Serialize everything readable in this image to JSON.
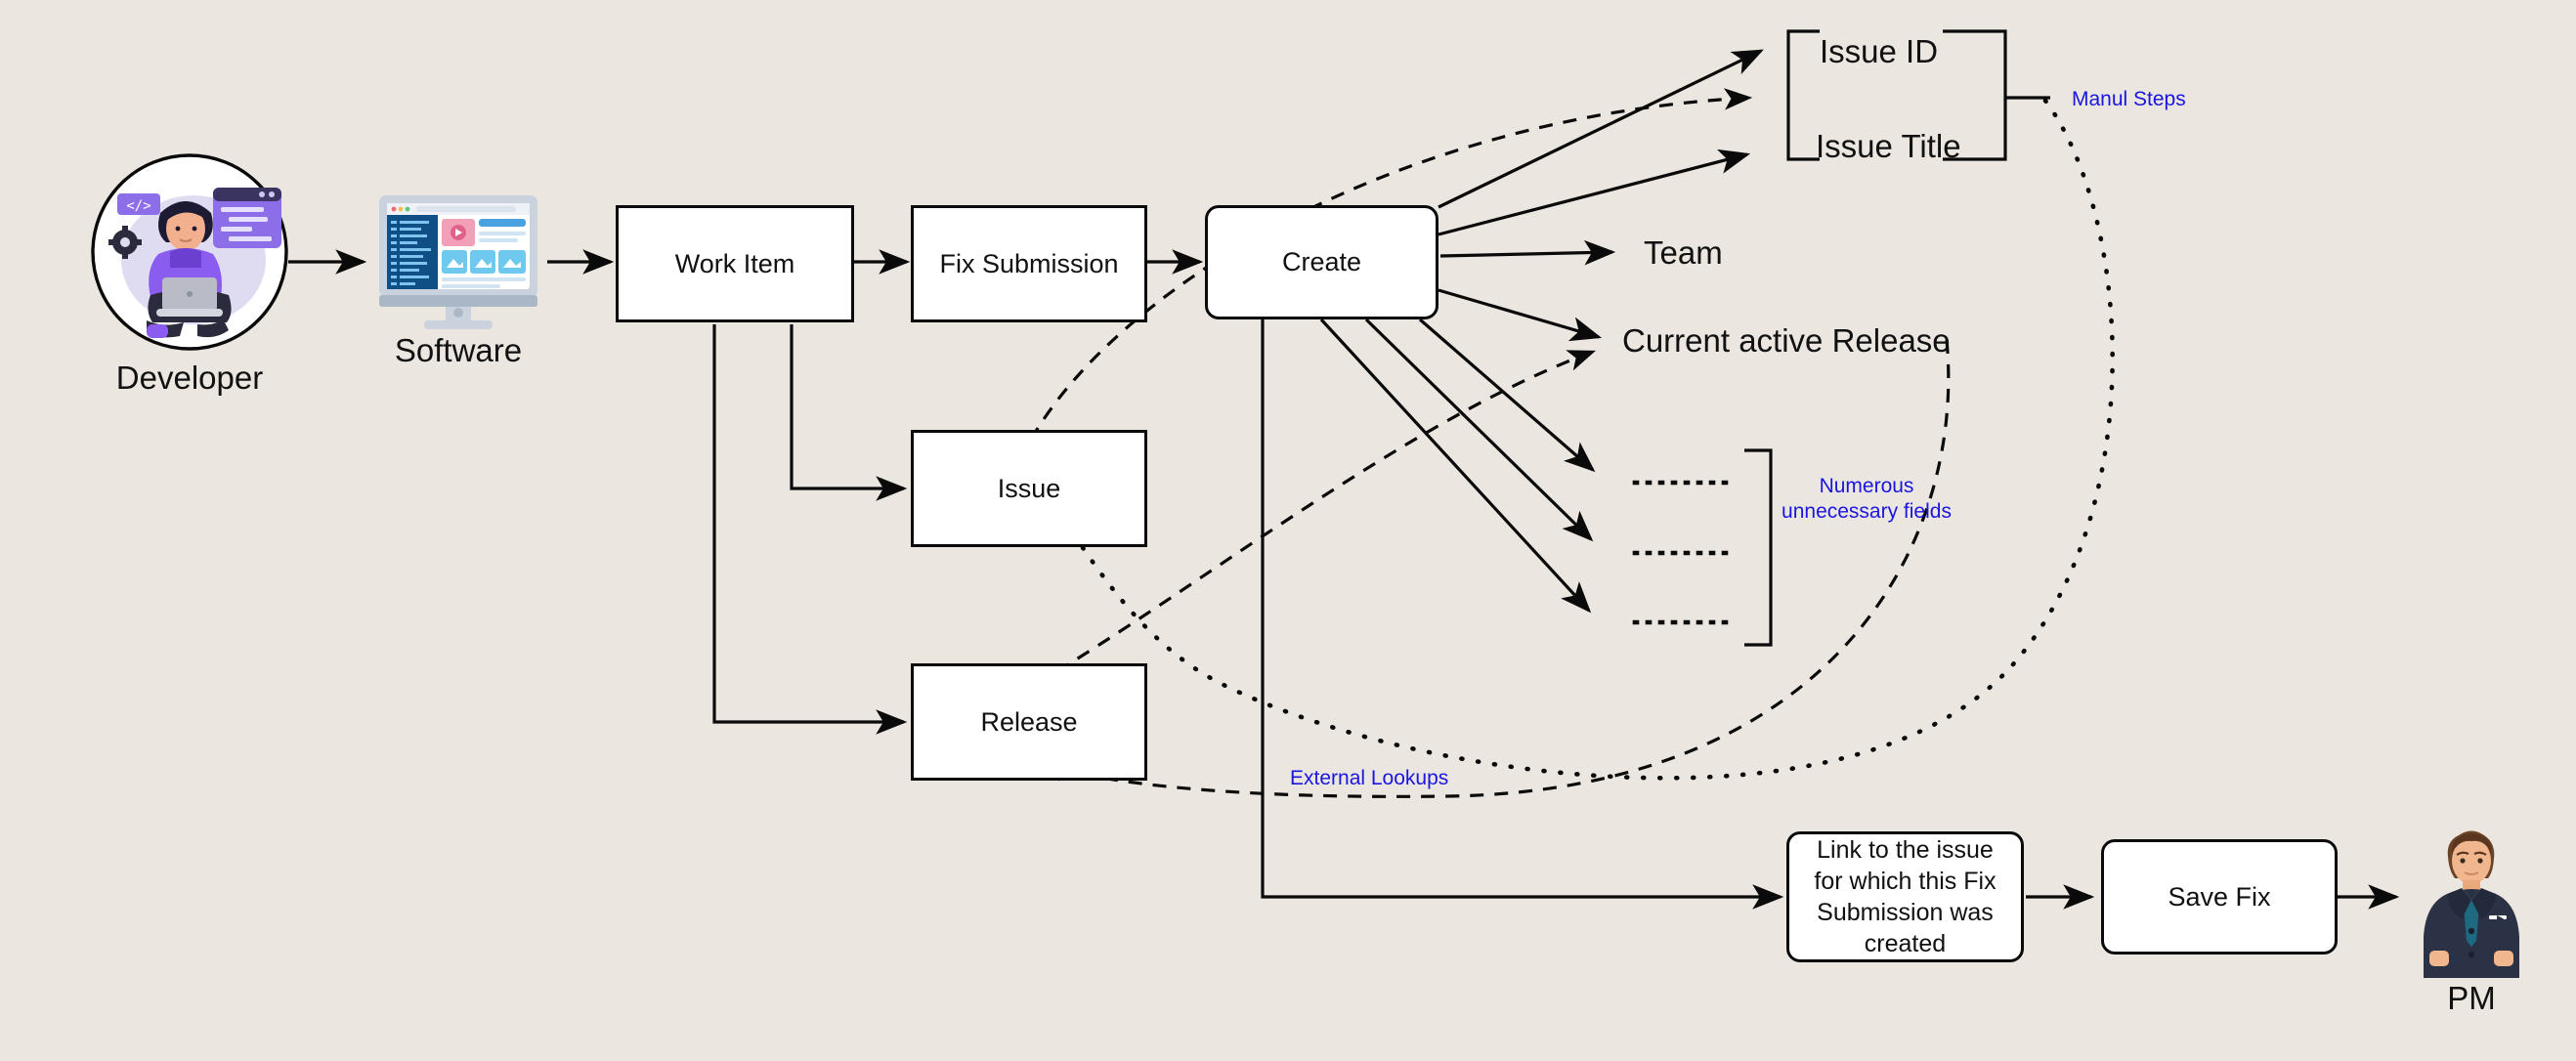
{
  "diagram": {
    "title": "Fix Submission workflow",
    "background_color": "#EBE6E0",
    "accent_color": "#1a16e0",
    "line_color": "#0a0a0a",
    "node_fill": "#ffffff"
  },
  "actors": [
    {
      "id": "developer",
      "label": "Developer",
      "icon": "developer-illustration-icon"
    },
    {
      "id": "software",
      "label": "Software",
      "icon": "desktop-monitor-icon"
    },
    {
      "id": "pm",
      "label": "PM",
      "icon": "businessman-illustration-icon"
    }
  ],
  "nodes": [
    {
      "id": "work-item",
      "label": "Work Item",
      "shape": "rect"
    },
    {
      "id": "fix-submission",
      "label": "Fix Submission",
      "shape": "rect"
    },
    {
      "id": "create",
      "label": "Create",
      "shape": "rounded-rect"
    },
    {
      "id": "issue",
      "label": "Issue",
      "shape": "rect"
    },
    {
      "id": "release",
      "label": "Release",
      "shape": "rect"
    },
    {
      "id": "link-to-issue",
      "label": "Link to the issue for which this Fix Submission was created",
      "shape": "rounded-rect"
    },
    {
      "id": "save-fix",
      "label": "Save Fix",
      "shape": "rounded-rect"
    }
  ],
  "field_labels": [
    {
      "id": "issue-id",
      "label": "Issue ID"
    },
    {
      "id": "issue-title",
      "label": "Issue Title"
    },
    {
      "id": "team",
      "label": "Team"
    },
    {
      "id": "current-active-release",
      "label": "Current active Release"
    }
  ],
  "placeholder_fields": [
    {
      "id": "unnamed-field-1",
      "label": "............"
    },
    {
      "id": "unnamed-field-2",
      "label": "............"
    },
    {
      "id": "unnamed-field-3",
      "label": "............"
    }
  ],
  "annotations": [
    {
      "id": "manual-steps",
      "label": "Manul Steps",
      "color": "#1a16e0"
    },
    {
      "id": "numerous-fields",
      "label": "Numerous\nunnecessary fields",
      "line1": "Numerous",
      "line2": "unnecessary fields",
      "color": "#1a16e0"
    },
    {
      "id": "external-lookups",
      "label": "External Lookups",
      "color": "#1a16e0"
    }
  ],
  "edges": [
    {
      "from": "developer",
      "to": "software",
      "style": "solid"
    },
    {
      "from": "software",
      "to": "work-item",
      "style": "solid"
    },
    {
      "from": "work-item",
      "to": "fix-submission",
      "style": "solid"
    },
    {
      "from": "work-item",
      "to": "issue",
      "style": "solid"
    },
    {
      "from": "work-item",
      "to": "release",
      "style": "solid"
    },
    {
      "from": "fix-submission",
      "to": "create",
      "style": "solid"
    },
    {
      "from": "create",
      "to": "issue-id",
      "style": "solid"
    },
    {
      "from": "create",
      "to": "issue-title",
      "style": "solid"
    },
    {
      "from": "create",
      "to": "team",
      "style": "solid"
    },
    {
      "from": "create",
      "to": "current-active-release",
      "style": "solid"
    },
    {
      "from": "create",
      "to": "unnamed-field-1",
      "style": "solid"
    },
    {
      "from": "create",
      "to": "unnamed-field-2",
      "style": "solid"
    },
    {
      "from": "create",
      "to": "unnamed-field-3",
      "style": "solid"
    },
    {
      "from": "create",
      "to": "link-to-issue",
      "style": "solid"
    },
    {
      "from": "link-to-issue",
      "to": "save-fix",
      "style": "solid"
    },
    {
      "from": "save-fix",
      "to": "pm",
      "style": "solid"
    },
    {
      "from": "issue",
      "to": "issue-id",
      "style": "dashed"
    },
    {
      "from": "release",
      "to": "current-active-release",
      "style": "dashed"
    },
    {
      "from": "external-lookups",
      "to": "release",
      "style": "dashed"
    },
    {
      "from": "manual-steps",
      "to": "issue",
      "style": "dotted"
    }
  ]
}
